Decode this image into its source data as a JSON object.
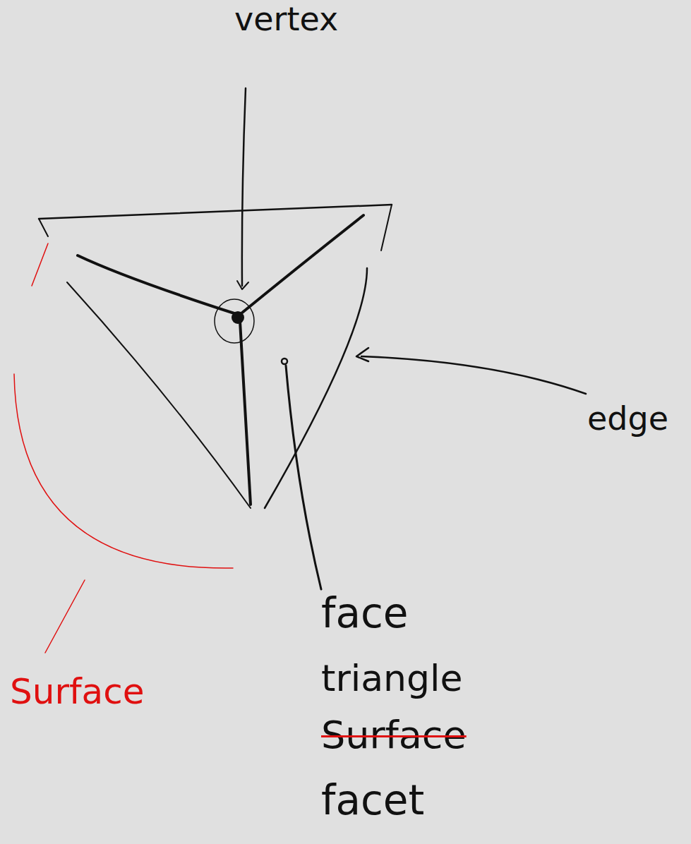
{
  "diagram": {
    "labels": [
      "vertex",
      "edge",
      "face",
      "triangle",
      "Surface",
      "facet",
      "Surface"
    ]
  }
}
